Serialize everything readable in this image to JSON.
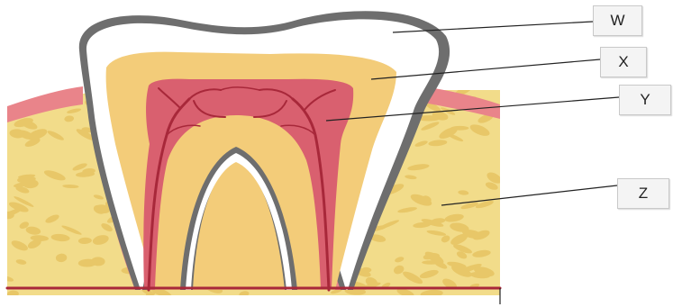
{
  "labels": {
    "w": "W",
    "x": "X",
    "y": "Y",
    "z": "Z"
  },
  "colors": {
    "bone": "#f2dc8a",
    "bone_spot": "#e8c768",
    "gum": "#e9848a",
    "enamel": "#ffffff",
    "enamel_outline": "#6e6e6e",
    "dentine": "#f3cc79",
    "pulp": "#d9606f",
    "vessel": "#a8283a",
    "leader_line": "#222222"
  }
}
